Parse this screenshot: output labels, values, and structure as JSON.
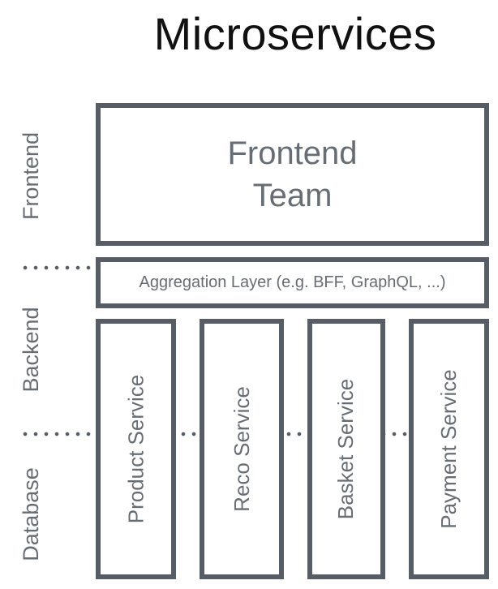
{
  "title": "Microservices",
  "colors": {
    "box_border": "#575d66",
    "box_text": "#666d75",
    "title_text": "#111111",
    "divider_dots": "#575d66",
    "background": "#ffffff"
  },
  "row_labels": {
    "frontend": "Frontend",
    "backend": "Backend",
    "database": "Database"
  },
  "frontend_team": {
    "label": "Frontend\nTeam"
  },
  "aggregation_layer": {
    "label": "Aggregation Layer (e.g. BFF, GraphQL, ...)"
  },
  "services": [
    {
      "label": "Product Service"
    },
    {
      "label": "Reco Service"
    },
    {
      "label": "Basket Service"
    },
    {
      "label": "Payment Service"
    }
  ]
}
